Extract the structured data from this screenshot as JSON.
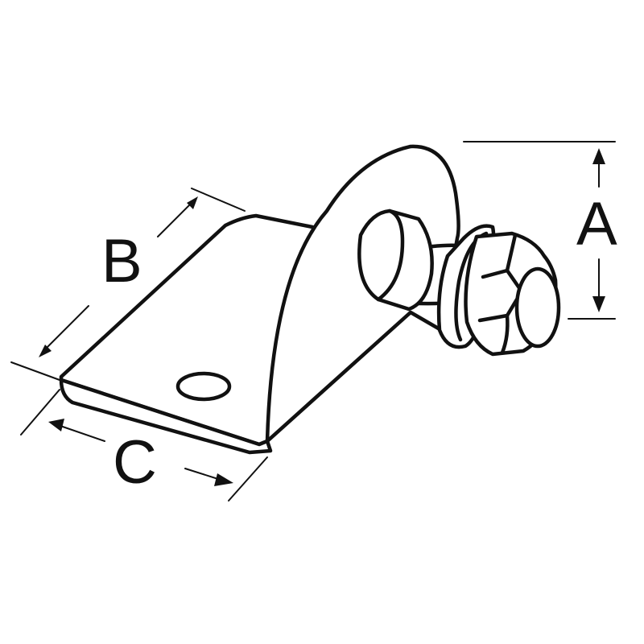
{
  "diagram": {
    "labels": {
      "a": "A",
      "b": "B",
      "c": "C"
    },
    "stroke_color": "#111111",
    "background_color": "#ffffff"
  }
}
